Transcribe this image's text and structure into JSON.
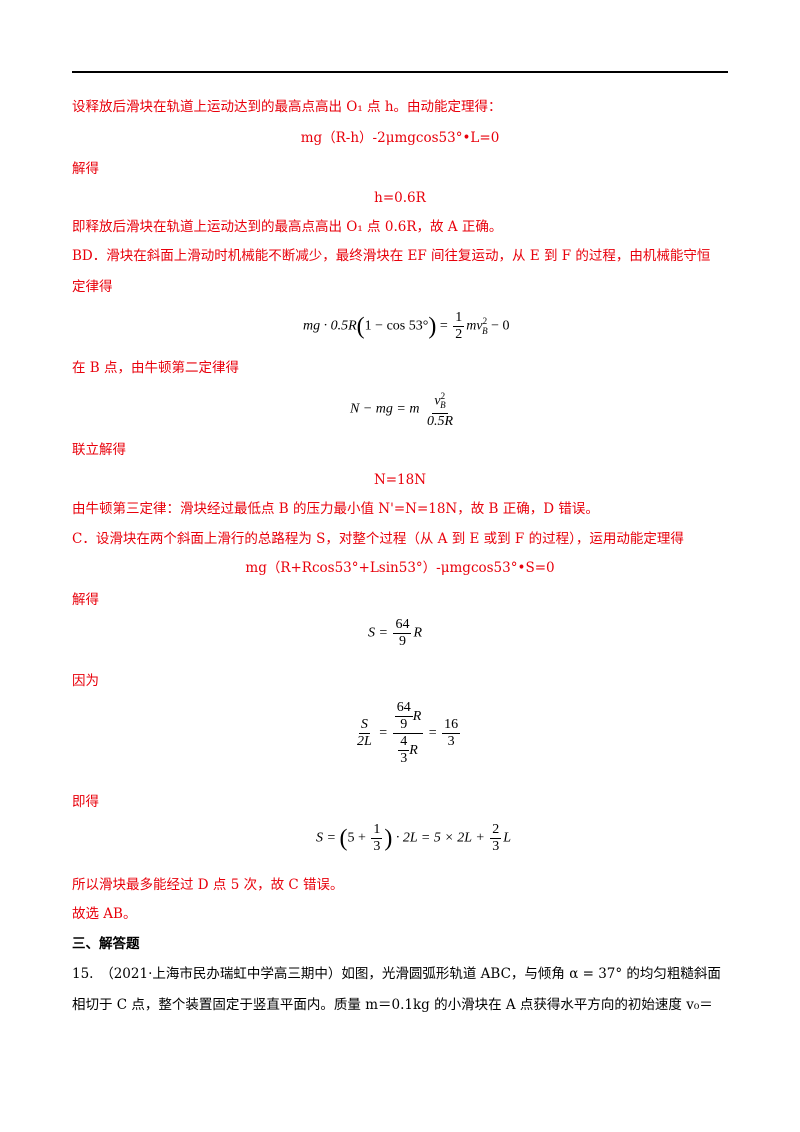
{
  "lines": {
    "l1": "设释放后滑块在轨道上运动达到的最高点高出 O₁ 点 h。由动能定理得：",
    "eq1": "mg（R-h）-2μmgcos53°•L=0",
    "l2": "解得",
    "eq2": "h=0.6R",
    "l3": "即释放后滑块在轨道上运动达到的最高点高出 O₁ 点 0.6R，故 A 正确。",
    "l4": "BD．滑块在斜面上滑动时机械能不断减少，最终滑块在 EF 间往复运动，从 E 到 F 的过程，由机械能守恒",
    "l5": "定律得",
    "l6": "在 B 点，由牛顿第二定律得",
    "l7": "联立解得",
    "eq5": "N=18N",
    "l8": "由牛顿第三定律：滑块经过最低点 B 的压力最小值 N'=N=18N，故 B 正确，D 错误。",
    "l9": "C．设滑块在两个斜面上滑行的总路程为 S，对整个过程（从 A 到 E 或到 F 的过程），运用动能定理得",
    "eq6": "mg（R+Rcos53°+Lsin53°）-μmgcos53°•S=0",
    "l10": "解得",
    "l11": "因为",
    "l12": "即得",
    "l13": "所以滑块最多能经过 D 点 5 次，故 C 错误。",
    "l14": "故选 AB。",
    "section": "三、解答题",
    "q15a": "15.　（2021·上海市民办瑞虹中学高三期中）如图，光滑圆弧形轨道 ABC，与倾角 α = 37° 的均匀粗糙斜面",
    "q15b": "相切于 C 点，整个装置固定于竖直平面内。质量 m＝0.1kg 的小滑块在 A 点获得水平方向的初始速度 v₀＝"
  },
  "math": {
    "eq3_left": "mg · 0.5R",
    "eq3_inner": "1 − cos 53°",
    "eq3_eq": "=",
    "eq3_num": "1",
    "eq3_den": "2",
    "eq3_right": "mv",
    "eq3_sup": "2",
    "eq3_sub": "B",
    "eq3_tail": "− 0",
    "eq4_left": "N − mg = m",
    "eq4_num": "v",
    "eq4_sup": "2",
    "eq4_sub": "B",
    "eq4_den": "0.5R",
    "eq7_left": "S =",
    "eq7_num": "64",
    "eq7_den": "9",
    "eq7_right": "R",
    "eq8_num": "S",
    "eq8_den": "2L",
    "eq8_mid_num_a": "64",
    "eq8_mid_num_b": "9",
    "eq8_mid_num_r": "R",
    "eq8_mid_den_a": "4",
    "eq8_mid_den_b": "3",
    "eq8_mid_den_r": "R",
    "eq8_res_num": "16",
    "eq8_res_den": "3",
    "eq9_left": "S =",
    "eq9_a": "5 +",
    "eq9_num": "1",
    "eq9_den": "3",
    "eq9_mid": "· 2L = 5 × 2L +",
    "eq9_num2": "2",
    "eq9_den2": "3",
    "eq9_tail": "L"
  },
  "colors": {
    "answer": "#e8000b",
    "text": "#000000"
  }
}
